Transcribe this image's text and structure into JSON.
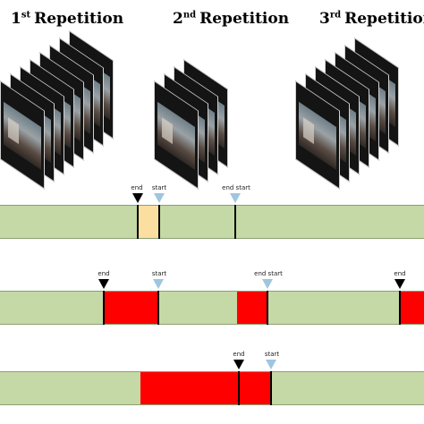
{
  "headings": [
    {
      "num": "1",
      "sup": "st",
      "rest": "Repetition"
    },
    {
      "num": "2",
      "sup": "nd",
      "rest": "Repetition"
    },
    {
      "num": "3",
      "sup": "rd",
      "rest": "Repetition"
    }
  ],
  "marker_labels": {
    "end": "end",
    "start": "start",
    "end_start": "end start"
  },
  "colors": {
    "background_bar": "#c5d9a6",
    "red_segment": "#ff0000",
    "yellow_segment": "#fbdfa0",
    "end_marker": "#000000",
    "start_marker": "#9ec6de"
  }
}
